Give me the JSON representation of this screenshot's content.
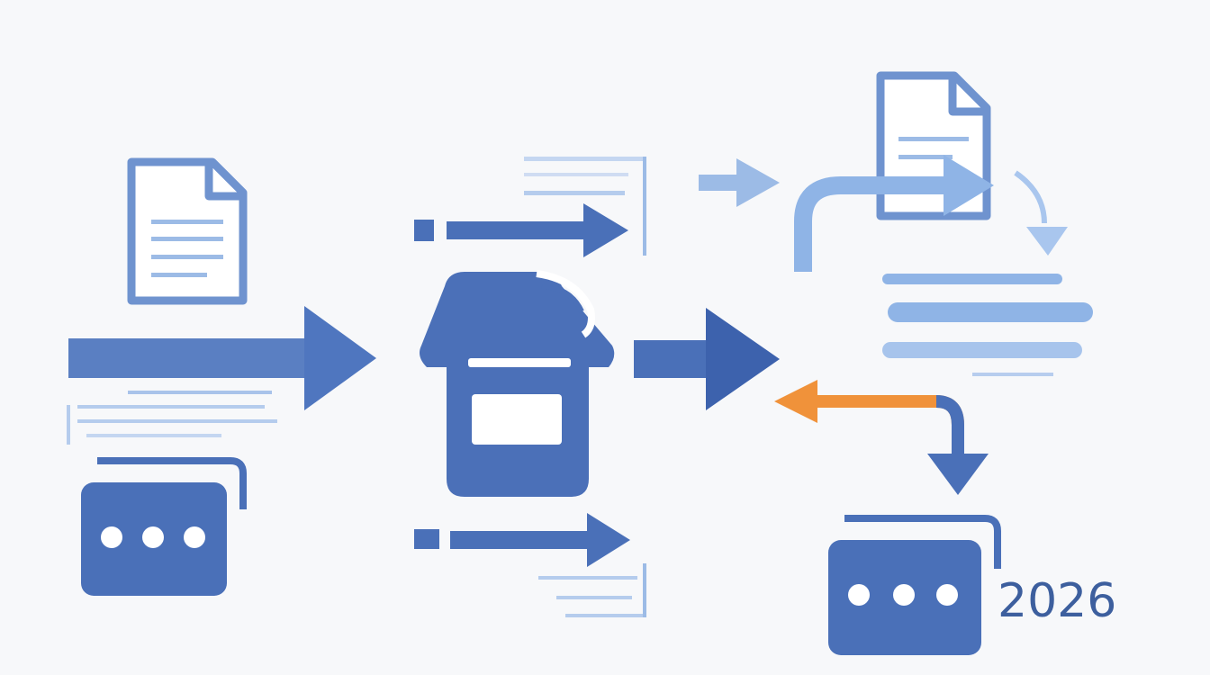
{
  "diagram": {
    "year_label": "2026",
    "colors": {
      "primary": "#4a70b8",
      "primary_dark": "#3d62ad",
      "light": "#8fb4e6",
      "pale": "#b7cdee",
      "accent_orange": "#f0923a",
      "background": "#f7f8fa"
    },
    "nodes": [
      {
        "id": "source-document",
        "icon": "document-icon"
      },
      {
        "id": "source-chat",
        "icon": "chat-bubble-icon"
      },
      {
        "id": "processor",
        "icon": "container-icon"
      },
      {
        "id": "output-document",
        "icon": "document-icon"
      },
      {
        "id": "output-lines",
        "icon": "text-lines-icon"
      },
      {
        "id": "output-chat",
        "icon": "chat-bubble-icon"
      }
    ],
    "edges": [
      {
        "from": "source",
        "to": "processor",
        "style": "bold-arrow"
      },
      {
        "from": "processor",
        "to": "output",
        "style": "bold-arrow"
      },
      {
        "from": "output-lines",
        "to": "processor",
        "style": "orange-return-arrow"
      },
      {
        "from": "output-lines",
        "to": "output-chat",
        "style": "curved-down-arrow"
      }
    ]
  }
}
